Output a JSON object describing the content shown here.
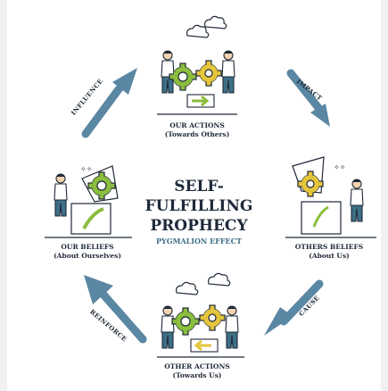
{
  "title": [
    "SELF-",
    "FULFILLING",
    "PROPHECY"
  ],
  "subtitle": "PYGMALION EFFECT",
  "nodes": {
    "top": {
      "line1": "OUR ACTIONS",
      "line2": "(Towards Others)"
    },
    "right": {
      "line1": "OTHERS BELIEFS",
      "line2": "(About Us)"
    },
    "bottom": {
      "line1": "OTHER ACTIONS",
      "line2": "(Towards Us)"
    },
    "left": {
      "line1": "OUR BELIEFS",
      "line2": "(About Ourselves)"
    }
  },
  "arrows": {
    "top_right": "IMPACT",
    "bottom_right": "CAUSE",
    "bottom_left": "REINFORCE",
    "top_left": "INFLUENCE"
  },
  "colors": {
    "arrow": "#5a87a3",
    "gear_green": "#8bbd3e",
    "gear_yellow": "#e5c53c",
    "accent_teal": "#3d6f86"
  }
}
